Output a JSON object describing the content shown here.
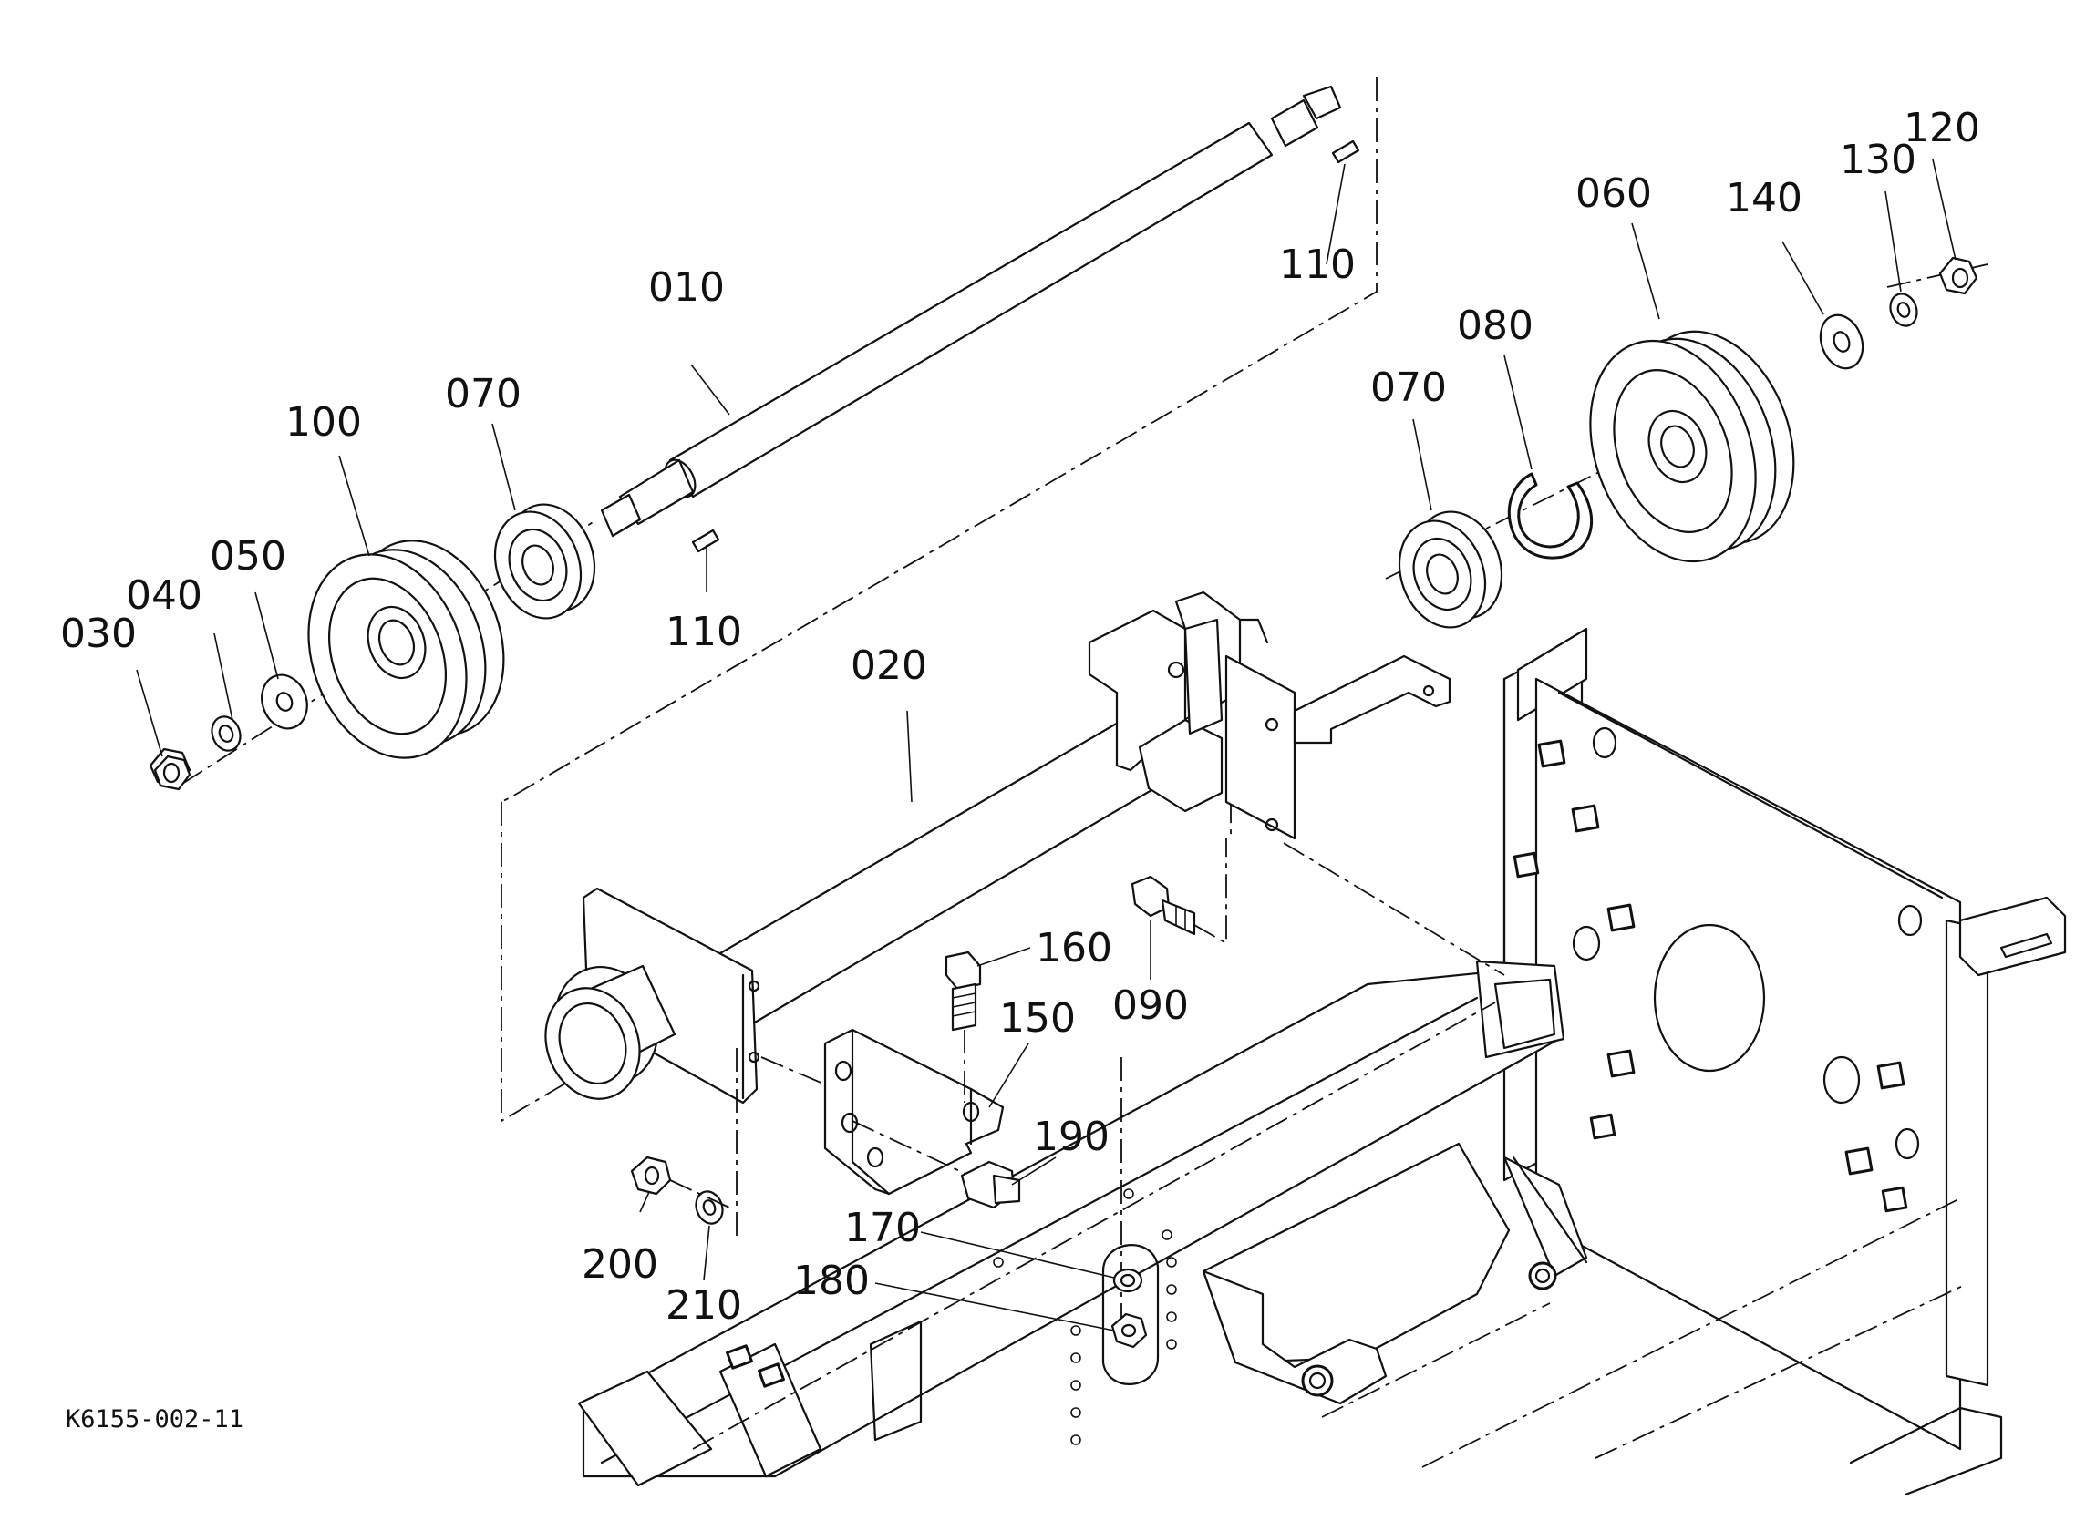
{
  "diagram": {
    "drawing_code": "K6155-002-11",
    "callouts": [
      "010",
      "110",
      "110",
      "070",
      "100",
      "050",
      "040",
      "030",
      "020",
      "060",
      "070",
      "080",
      "140",
      "130",
      "120",
      "160",
      "150",
      "090",
      "190",
      "170",
      "180",
      "200",
      "210"
    ]
  }
}
